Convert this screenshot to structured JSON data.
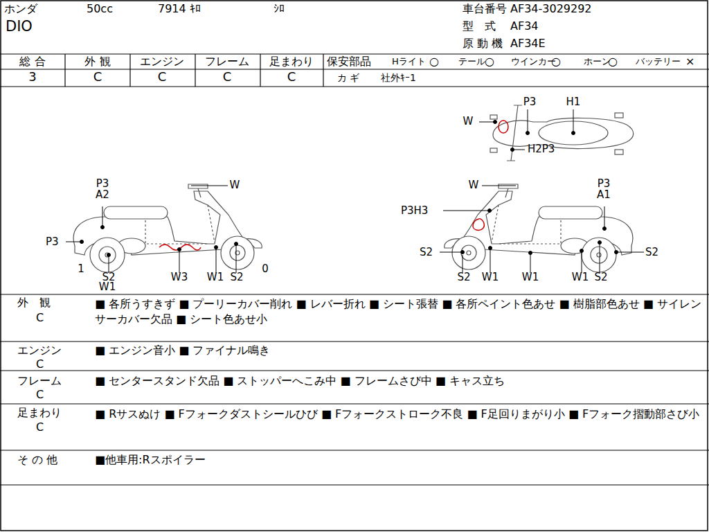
{
  "diagram": {
    "labels": [
      "ホンダ",
      "50cc",
      "7914 ｷﾛ",
      "ｼﾛ",
      "DIO",
      "車台番号",
      "AF34-3029292",
      "型　式",
      "AF34",
      "原 動 機",
      "AF34E",
      "総 合",
      "外 観",
      "エンジン",
      "フレーム",
      "足まわり",
      "3",
      "C",
      "C",
      "C",
      "C",
      "保安部品",
      "Hライト",
      "○",
      "テール",
      "○",
      "ウインカー",
      "○",
      "ホーン",
      "○",
      "バッテリー",
      "×",
      "カ ギ",
      "社外ｷｰ1",
      "P3",
      "H1",
      "W",
      "H2P3",
      "P3",
      "A2",
      "P3",
      "1",
      "S2",
      "W1",
      "W3",
      "W1",
      "S2",
      "0",
      "W",
      "W",
      "P3H3",
      "P3",
      "A1",
      "S2",
      "S2",
      "W1",
      "W1",
      "W1",
      "S2",
      "S2",
      "外　観",
      "C",
      "■ 各所うすきず ■ プーリーカバー削れ ■ レバー折れ ■ シート張替 ■ 各所ペイント色あせ ■ 樹脂部色あせ ■ サイレンサーカバー欠品 ■ シート色あせ小",
      "エンジン",
      "C",
      "■ エンジン音小 ■ ファイナル鳴き",
      "フレーム",
      "C",
      "■ センタースタンド欠品 ■ ストッパーへこみ中 ■ フレームさび中 ■ キャス立ち",
      "足まわり",
      "C",
      "■ Rサスぬけ ■ Fフォークダストシールひび ■ Fフォークストローク不良 ■ F足回りまがり小 ■ Fフォーク摺動部さび小",
      "そ の 他",
      "■他車用:Rスポイラー"
    ]
  }
}
